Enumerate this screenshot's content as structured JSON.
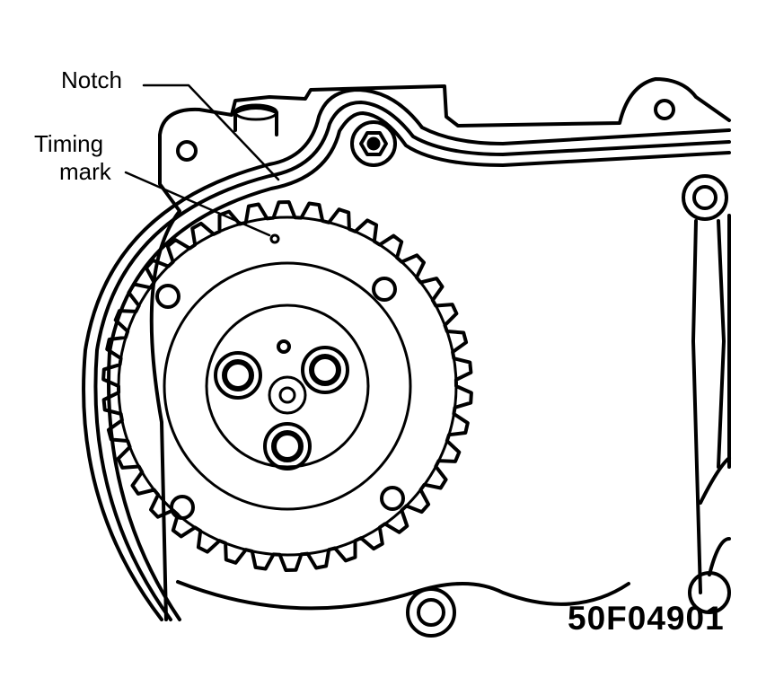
{
  "labels": {
    "notch": "Notch",
    "timing_mark_line1": "Timing",
    "timing_mark_line2": "mark",
    "figure_code": "50F04901"
  },
  "colors": {
    "ink": "#000000",
    "paper": "#ffffff"
  }
}
